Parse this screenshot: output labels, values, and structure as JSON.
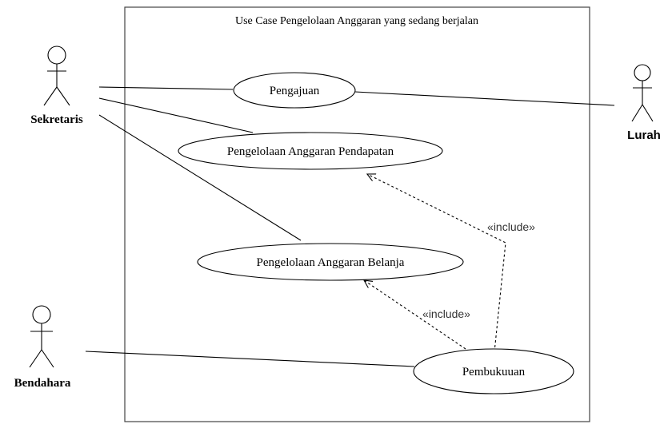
{
  "system": {
    "title": "Use Case Pengelolaan Anggaran yang sedang berjalan"
  },
  "actors": {
    "sekretaris": "Sekretaris",
    "lurah": "Lurah",
    "bendahara": "Bendahara"
  },
  "use_cases": {
    "pengajuan": "Pengajuan",
    "pendapatan": "Pengelolaan Anggaran Pendapatan",
    "belanja": "Pengelolaan Anggaran Belanja",
    "pembukuan": "Pembukuuan"
  },
  "relations": {
    "include_pendapatan": "«include»",
    "include_belanja": "«include»"
  }
}
